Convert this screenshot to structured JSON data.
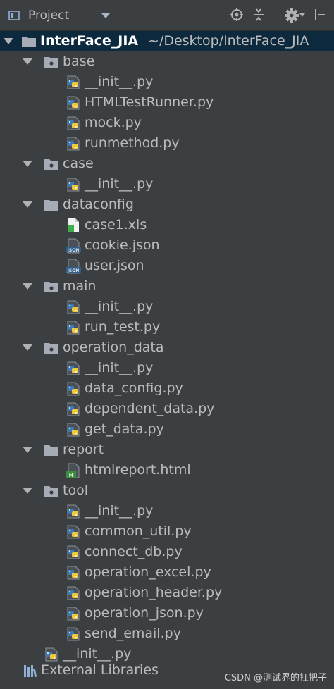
{
  "toolbar": {
    "title": "Project",
    "icons": [
      "project-panel-icon",
      "locate-icon",
      "collapse-icon",
      "gear-icon",
      "hide-icon"
    ]
  },
  "tree": {
    "root": {
      "name": "InterFace_JIA",
      "path": "~/Desktop/InterFace_JIA"
    },
    "nodes": [
      {
        "name": "base",
        "kind": "package"
      },
      {
        "name": "__init__.py",
        "kind": "python"
      },
      {
        "name": "HTMLTestRunner.py",
        "kind": "python"
      },
      {
        "name": "mock.py",
        "kind": "python"
      },
      {
        "name": "runmethod.py",
        "kind": "python"
      },
      {
        "name": "case",
        "kind": "package"
      },
      {
        "name": "__init__.py",
        "kind": "python"
      },
      {
        "name": "dataconfig",
        "kind": "folder"
      },
      {
        "name": "case1.xls",
        "kind": "xls"
      },
      {
        "name": "cookie.json",
        "kind": "json"
      },
      {
        "name": "user.json",
        "kind": "json"
      },
      {
        "name": "main",
        "kind": "package"
      },
      {
        "name": "__init__.py",
        "kind": "python"
      },
      {
        "name": "run_test.py",
        "kind": "python"
      },
      {
        "name": "operation_data",
        "kind": "package"
      },
      {
        "name": "__init__.py",
        "kind": "python"
      },
      {
        "name": "data_config.py",
        "kind": "python"
      },
      {
        "name": "dependent_data.py",
        "kind": "python"
      },
      {
        "name": "get_data.py",
        "kind": "python"
      },
      {
        "name": "report",
        "kind": "folder"
      },
      {
        "name": "htmlreport.html",
        "kind": "html"
      },
      {
        "name": "tool",
        "kind": "package"
      },
      {
        "name": "__init__.py",
        "kind": "python"
      },
      {
        "name": "common_util.py",
        "kind": "python"
      },
      {
        "name": "connect_db.py",
        "kind": "python"
      },
      {
        "name": "operation_excel.py",
        "kind": "python"
      },
      {
        "name": "operation_header.py",
        "kind": "python"
      },
      {
        "name": "operation_json.py",
        "kind": "python"
      },
      {
        "name": "send_email.py",
        "kind": "python"
      },
      {
        "name": "__init__.py",
        "kind": "python"
      }
    ],
    "external_libraries": "External Libraries"
  },
  "colors": {
    "background": "#3c3f41",
    "selection": "#0d293e",
    "text": "#bbbbbb",
    "folder": "#a5acb5",
    "python_blue": "#3d7ab8",
    "python_yellow": "#f0c93a"
  },
  "watermark": "CSDN @测试界的扛把子"
}
